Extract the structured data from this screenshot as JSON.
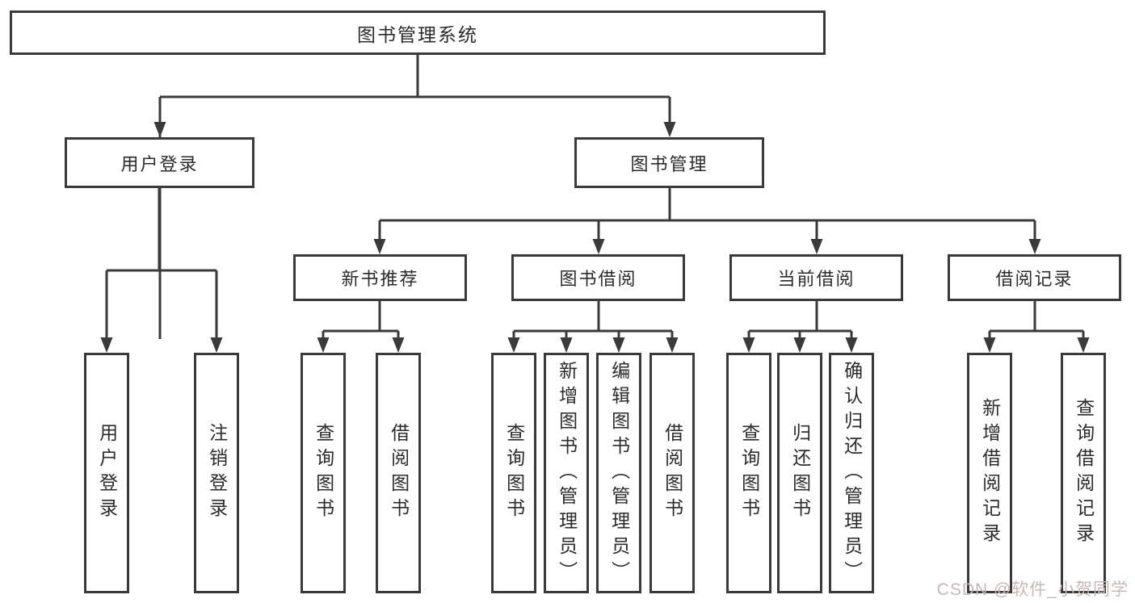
{
  "diagram": {
    "root": {
      "label": "图书管理系统"
    },
    "branches": [
      {
        "label": "用户登录",
        "children": [
          {
            "label": "用户登录"
          },
          {
            "label": "注销登录"
          }
        ]
      },
      {
        "label": "图书管理",
        "groups": [
          {
            "label": "新书推荐",
            "children": [
              {
                "label": "查询图书"
              },
              {
                "label": "借阅图书"
              }
            ]
          },
          {
            "label": "图书借阅",
            "children": [
              {
                "label": "查询图书"
              },
              {
                "label": "新增图书（管理员）"
              },
              {
                "label": "编辑图书（管理员）"
              },
              {
                "label": "借阅图书"
              }
            ]
          },
          {
            "label": "当前借阅",
            "children": [
              {
                "label": "查询图书"
              },
              {
                "label": "归还图书"
              },
              {
                "label": "确认归还（管理员）"
              }
            ]
          },
          {
            "label": "借阅记录",
            "children": [
              {
                "label": "新增借阅记录"
              },
              {
                "label": "查询借阅记录"
              }
            ]
          }
        ]
      }
    ]
  },
  "watermark": {
    "text": "CSDN @软件_小贺同学",
    "color": "#c9b6b6"
  },
  "colors": {
    "line": "#3a3a3a",
    "box_border": "#3a3a3a",
    "box_background": "#ffffff",
    "text": "#2b2b2b",
    "page_background": "#ffffff"
  }
}
